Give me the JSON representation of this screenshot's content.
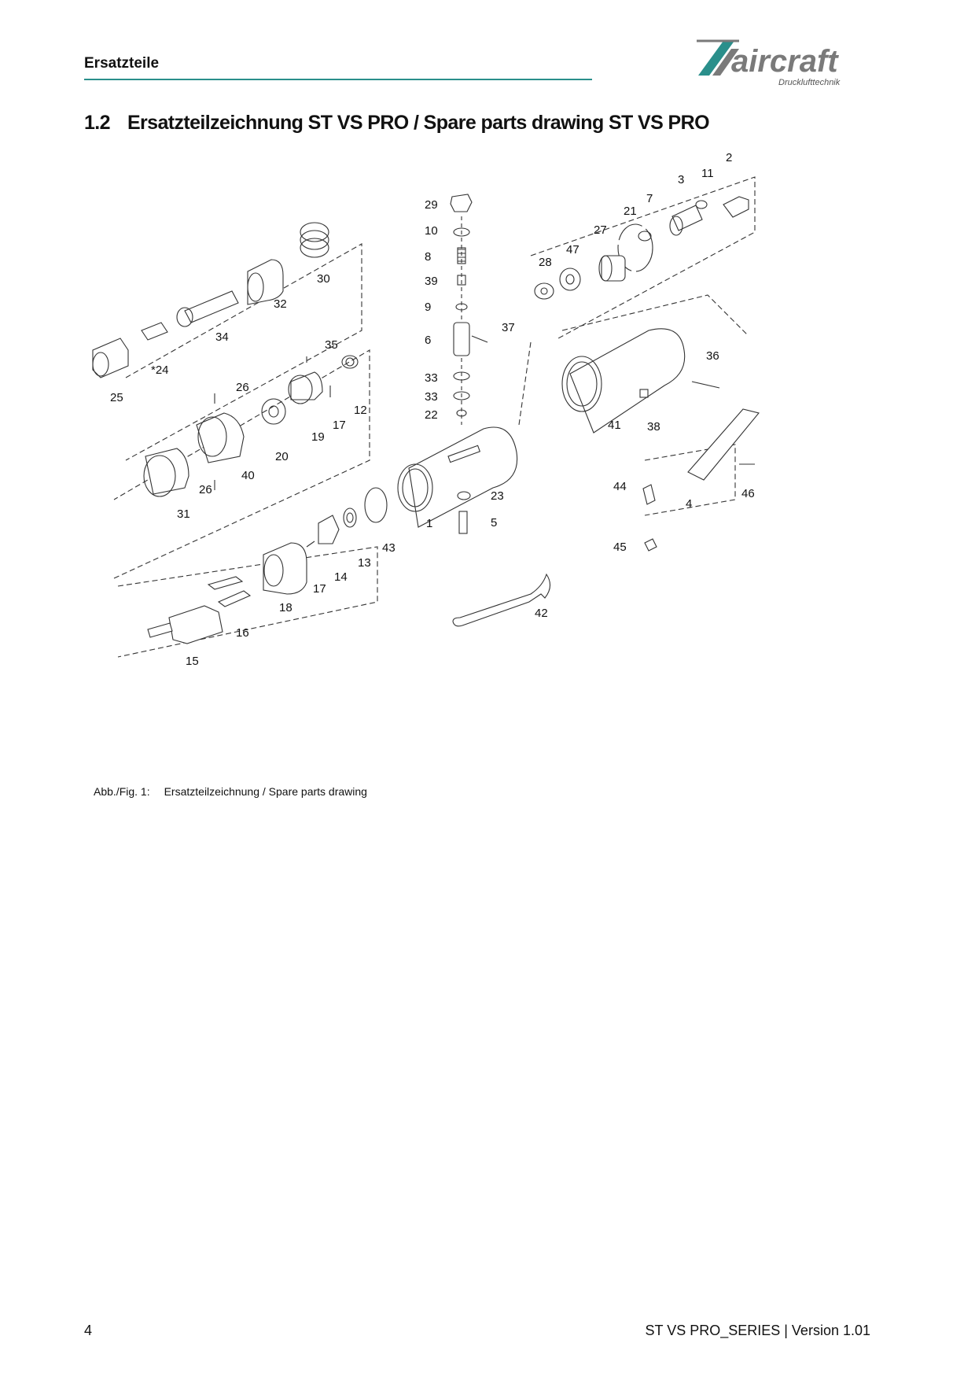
{
  "header": {
    "title": "Ersatzteile",
    "logo": {
      "brand": "aircraft",
      "tagline": "Drucklufttechnik",
      "icon": "aircraft-logo-icon"
    }
  },
  "section": {
    "number": "1.2",
    "title": "Ersatzteilzeichnung ST VS PRO / Spare parts drawing ST VS PRO"
  },
  "drawing": {
    "part_labels": [
      "2",
      "11",
      "3",
      "7",
      "21",
      "27",
      "47",
      "28",
      "29",
      "10",
      "8",
      "39",
      "9",
      "6",
      "37",
      "33",
      "33",
      "22",
      "23",
      "5",
      "1",
      "43",
      "13",
      "14",
      "17",
      "18",
      "16",
      "15",
      "30",
      "32",
      "34",
      "*24",
      "25",
      "35",
      "12",
      "19",
      "17",
      "20",
      "40",
      "26",
      "26",
      "31",
      "36",
      "41",
      "38",
      "44",
      "4",
      "46",
      "45",
      "42"
    ]
  },
  "figure": {
    "label": "Abb./Fig. 1:",
    "caption": "Ersatzteilzeichnung / Spare parts drawing"
  },
  "footer": {
    "page_number": "4",
    "document": "ST VS PRO_SERIES | Version 1.01"
  },
  "colors": {
    "accent": "#2a8f8b",
    "logo_grey": "#7a7a7a",
    "logo_teal": "#2a8f8b"
  }
}
